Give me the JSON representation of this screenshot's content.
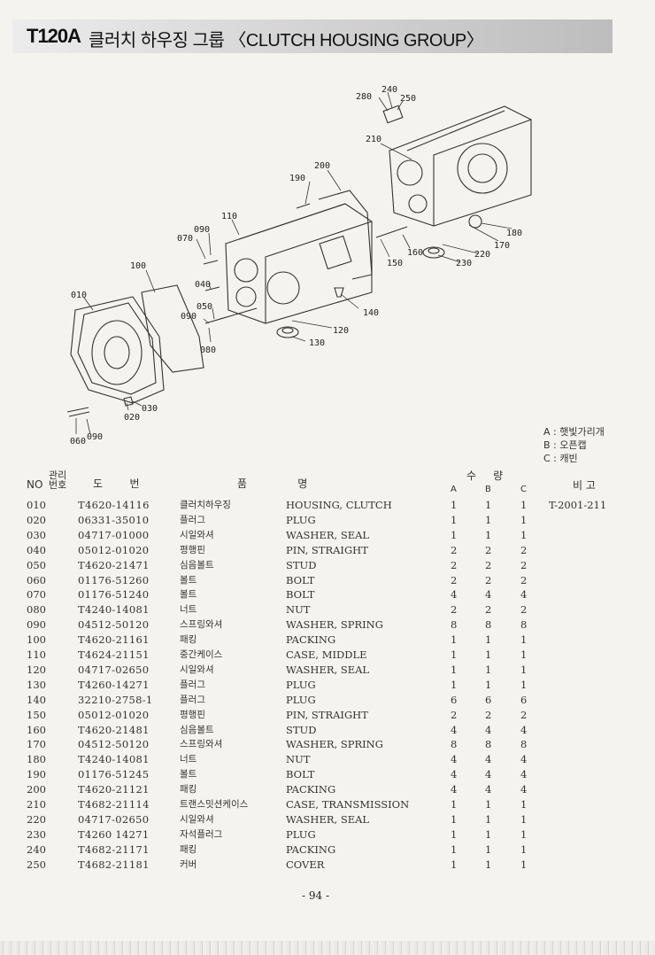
{
  "header": {
    "code": "T120A",
    "title": "클러치 하우징 그룹 〈CLUTCH HOUSING GROUP〉"
  },
  "diagram": {
    "callouts": [
      "280",
      "240",
      "250",
      "210",
      "200",
      "190",
      "110",
      "090",
      "070",
      "100",
      "040",
      "010",
      "050",
      "090",
      "080",
      "020",
      "030",
      "060",
      "090",
      "150",
      "160",
      "180",
      "170",
      "220",
      "230",
      "140",
      "120",
      "130"
    ]
  },
  "legend": {
    "a": "A : 햇빛가리개",
    "b": "B : 오픈캡",
    "c": "C : 캐빈"
  },
  "table": {
    "headers": {
      "no": "NO",
      "mgmt": "관리\n번호",
      "part_no": "도        번",
      "name": "품               명",
      "qty": "수     량",
      "a": "A",
      "b": "B",
      "c": "C",
      "remarks": "비 고"
    },
    "rows": [
      {
        "no": "010",
        "part": "T4620-14116",
        "kor": "클러치하우징",
        "eng": "HOUSING, CLUTCH",
        "a": "1",
        "b": "1",
        "c": "1",
        "remarks": "T-2001-211"
      },
      {
        "no": "020",
        "part": "06331-35010",
        "kor": "플러그",
        "eng": "PLUG",
        "a": "1",
        "b": "1",
        "c": "1",
        "remarks": ""
      },
      {
        "no": "030",
        "part": "04717-01000",
        "kor": "시일와셔",
        "eng": "WASHER, SEAL",
        "a": "1",
        "b": "1",
        "c": "1",
        "remarks": ""
      },
      {
        "no": "040",
        "part": "05012-01020",
        "kor": "평행핀",
        "eng": "PIN, STRAIGHT",
        "a": "2",
        "b": "2",
        "c": "2",
        "remarks": ""
      },
      {
        "no": "050",
        "part": "T4620-21471",
        "kor": "심음볼트",
        "eng": "STUD",
        "a": "2",
        "b": "2",
        "c": "2",
        "remarks": ""
      },
      {
        "no": "060",
        "part": "01176-51260",
        "kor": "볼트",
        "eng": "BOLT",
        "a": "2",
        "b": "2",
        "c": "2",
        "remarks": ""
      },
      {
        "no": "070",
        "part": "01176-51240",
        "kor": "볼트",
        "eng": "BOLT",
        "a": "4",
        "b": "4",
        "c": "4",
        "remarks": ""
      },
      {
        "no": "080",
        "part": "T4240-14081",
        "kor": "너트",
        "eng": "NUT",
        "a": "2",
        "b": "2",
        "c": "2",
        "remarks": ""
      },
      {
        "no": "090",
        "part": "04512-50120",
        "kor": "스프링와셔",
        "eng": "WASHER, SPRING",
        "a": "8",
        "b": "8",
        "c": "8",
        "remarks": ""
      },
      {
        "no": "100",
        "part": "T4620-21161",
        "kor": "패킹",
        "eng": "PACKING",
        "a": "1",
        "b": "1",
        "c": "1",
        "remarks": ""
      },
      {
        "no": "110",
        "part": "T4624-21151",
        "kor": "중간케이스",
        "eng": "CASE, MIDDLE",
        "a": "1",
        "b": "1",
        "c": "1",
        "remarks": ""
      },
      {
        "no": "120",
        "part": "04717-02650",
        "kor": "시일와셔",
        "eng": "WASHER, SEAL",
        "a": "1",
        "b": "1",
        "c": "1",
        "remarks": ""
      },
      {
        "no": "130",
        "part": "T4260-14271",
        "kor": "플러그",
        "eng": "PLUG",
        "a": "1",
        "b": "1",
        "c": "1",
        "remarks": ""
      },
      {
        "no": "140",
        "part": "32210-2758-1",
        "kor": "플러그",
        "eng": "PLUG",
        "a": "6",
        "b": "6",
        "c": "6",
        "remarks": ""
      },
      {
        "no": "150",
        "part": "05012-01020",
        "kor": "평행핀",
        "eng": "PIN, STRAIGHT",
        "a": "2",
        "b": "2",
        "c": "2",
        "remarks": ""
      },
      {
        "no": "160",
        "part": "T4620-21481",
        "kor": "심음볼트",
        "eng": "STUD",
        "a": "4",
        "b": "4",
        "c": "4",
        "remarks": ""
      },
      {
        "no": "170",
        "part": "04512-50120",
        "kor": "스프링와셔",
        "eng": "WASHER, SPRING",
        "a": "8",
        "b": "8",
        "c": "8",
        "remarks": ""
      },
      {
        "no": "180",
        "part": "T4240-14081",
        "kor": "너트",
        "eng": "NUT",
        "a": "4",
        "b": "4",
        "c": "4",
        "remarks": ""
      },
      {
        "no": "190",
        "part": "01176-51245",
        "kor": "볼트",
        "eng": "BOLT",
        "a": "4",
        "b": "4",
        "c": "4",
        "remarks": ""
      },
      {
        "no": "200",
        "part": "T4620-21121",
        "kor": "패킹",
        "eng": "PACKING",
        "a": "4",
        "b": "4",
        "c": "4",
        "remarks": ""
      },
      {
        "no": "210",
        "part": "T4682-21114",
        "kor": "트랜스밋션케이스",
        "eng": "CASE, TRANSMISSION",
        "a": "1",
        "b": "1",
        "c": "1",
        "remarks": ""
      },
      {
        "no": "220",
        "part": "04717-02650",
        "kor": "시일와셔",
        "eng": "WASHER, SEAL",
        "a": "1",
        "b": "1",
        "c": "1",
        "remarks": ""
      },
      {
        "no": "230",
        "part": "T4260 14271",
        "kor": "자석플러그",
        "eng": "PLUG",
        "a": "1",
        "b": "1",
        "c": "1",
        "remarks": ""
      },
      {
        "no": "240",
        "part": "T4682-21171",
        "kor": "패킹",
        "eng": "PACKING",
        "a": "1",
        "b": "1",
        "c": "1",
        "remarks": ""
      },
      {
        "no": "250",
        "part": "T4682-21181",
        "kor": "커버",
        "eng": "COVER",
        "a": "1",
        "b": "1",
        "c": "1",
        "remarks": ""
      }
    ]
  },
  "page_number": "- 94 -"
}
